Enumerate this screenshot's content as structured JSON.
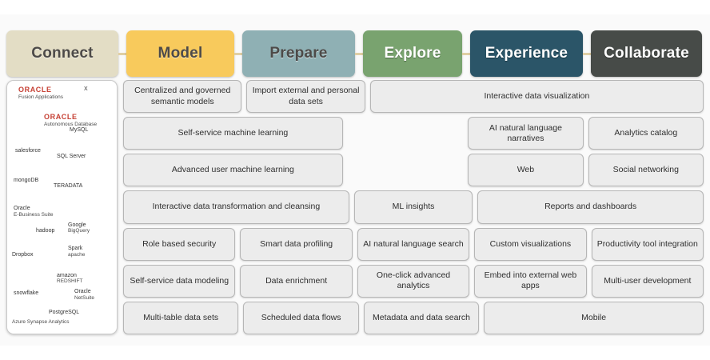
{
  "header": {
    "stages": [
      {
        "label": "Connect",
        "color": "#e3ddc5",
        "text_style": "dark-text"
      },
      {
        "label": "Model",
        "color": "#f8ca5c",
        "text_style": "dark-text"
      },
      {
        "label": "Prepare",
        "color": "#8fb0b4",
        "text_style": "dark-text"
      },
      {
        "label": "Explore",
        "color": "#79a36f",
        "text_style": "light-text"
      },
      {
        "label": "Experience",
        "color": "#2b5568",
        "text_style": "light-text"
      },
      {
        "label": "Collaborate",
        "color": "#474b48",
        "text_style": "light-text"
      }
    ],
    "connector_color": "#e0cfa4"
  },
  "connect_panel": {
    "logos": [
      {
        "name": "oracle-fusion-applications-logo",
        "brand": "ORACLE",
        "sub": "Fusion Applications"
      },
      {
        "name": "microsoft-excel-logo",
        "brand": "X",
        "sub": ""
      },
      {
        "name": "oracle-autonomous-database-logo",
        "brand": "ORACLE",
        "sub": "Autonomous Database"
      },
      {
        "name": "mysql-logo",
        "brand": "MySQL",
        "sub": ""
      },
      {
        "name": "salesforce-logo",
        "brand": "salesforce",
        "sub": ""
      },
      {
        "name": "microsoft-sql-server-logo",
        "brand": "SQL Server",
        "sub": ""
      },
      {
        "name": "mongodb-logo",
        "brand": "mongoDB",
        "sub": ""
      },
      {
        "name": "teradata-logo",
        "brand": "TERADATA",
        "sub": ""
      },
      {
        "name": "oracle-ebusiness-suite-logo",
        "brand": "Oracle",
        "sub": "E-Business Suite"
      },
      {
        "name": "hadoop-logo",
        "brand": "hadoop",
        "sub": ""
      },
      {
        "name": "google-bigquery-logo",
        "brand": "Google",
        "sub": "BigQuery"
      },
      {
        "name": "dropbox-logo",
        "brand": "Dropbox",
        "sub": ""
      },
      {
        "name": "apache-spark-logo",
        "brand": "Spark",
        "sub": "apache"
      },
      {
        "name": "amazon-redshift-logo",
        "brand": "amazon",
        "sub": "REDSHIFT"
      },
      {
        "name": "snowflake-logo",
        "brand": "snowflake",
        "sub": ""
      },
      {
        "name": "oracle-netsuite-logo",
        "brand": "Oracle",
        "sub": "NetSuite"
      },
      {
        "name": "azure-synapse-analytics-logo",
        "brand": "",
        "sub": "Azure Synapse Analytics"
      },
      {
        "name": "postgresql-logo",
        "brand": "PostgreSQL",
        "sub": ""
      }
    ]
  },
  "matrix": {
    "rows": [
      {
        "name": "row-1",
        "cells": [
          {
            "label": "Centralized and governed semantic models",
            "span": 1
          },
          {
            "label": "Import external and personal data sets",
            "span": 1
          },
          {
            "label": "Interactive data visualization",
            "span": 3
          }
        ]
      },
      {
        "name": "row-2",
        "cells": [
          {
            "label": "Self-service machine learning",
            "span": 2
          },
          {
            "label": "",
            "span": 1,
            "empty": true
          },
          {
            "label": "AI natural language narratives",
            "span": 1
          },
          {
            "label": "Analytics catalog",
            "span": 1
          }
        ]
      },
      {
        "name": "row-3",
        "cells": [
          {
            "label": "Advanced user machine learning",
            "span": 2
          },
          {
            "label": "",
            "span": 1,
            "empty": true
          },
          {
            "label": "Web",
            "span": 1
          },
          {
            "label": "Social networking",
            "span": 1
          }
        ]
      },
      {
        "name": "row-4",
        "cells": [
          {
            "label": "Interactive data transformation and cleansing",
            "span": 2
          },
          {
            "label": "ML insights",
            "span": 1
          },
          {
            "label": "Reports and dashboards",
            "span": 2
          }
        ]
      },
      {
        "name": "row-5",
        "cells": [
          {
            "label": "Role based security",
            "span": 1
          },
          {
            "label": "Smart data profiling",
            "span": 1
          },
          {
            "label": "AI natural language search",
            "span": 1
          },
          {
            "label": "Custom visualizations",
            "span": 1
          },
          {
            "label": "Productivity tool integration",
            "span": 1
          }
        ]
      },
      {
        "name": "row-6",
        "cells": [
          {
            "label": "Self-service data modeling",
            "span": 1
          },
          {
            "label": "Data enrichment",
            "span": 1
          },
          {
            "label": "One-click advanced analytics",
            "span": 1
          },
          {
            "label": "Embed into external web apps",
            "span": 1
          },
          {
            "label": "Multi-user development",
            "span": 1
          }
        ]
      },
      {
        "name": "row-7",
        "cells": [
          {
            "label": "Multi-table data sets",
            "span": 1
          },
          {
            "label": "Scheduled data flows",
            "span": 1
          },
          {
            "label": "Metadata and data search",
            "span": 1
          },
          {
            "label": "Mobile",
            "span": 2
          }
        ]
      }
    ]
  }
}
